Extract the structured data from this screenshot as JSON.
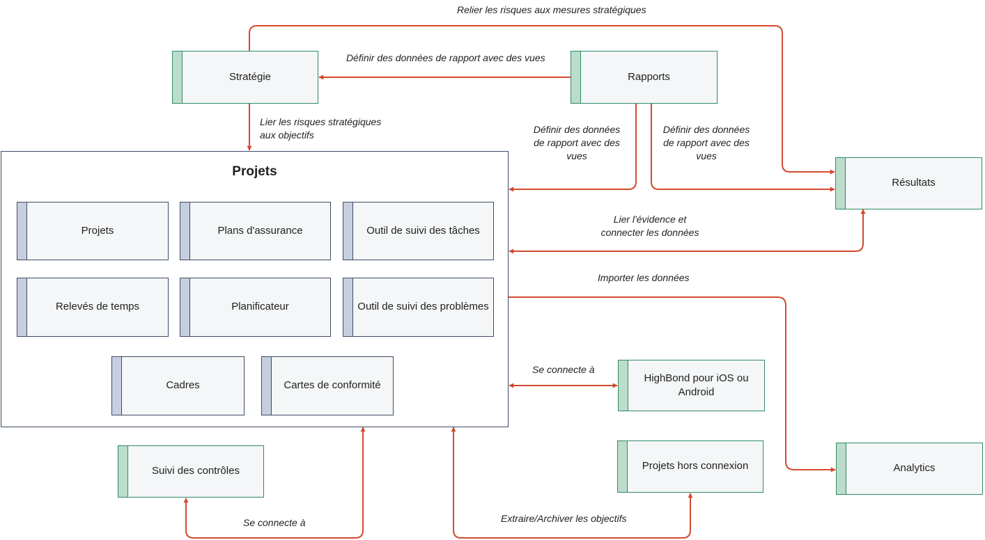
{
  "nodes": {
    "strategie": "Stratégie",
    "rapports": "Rapports",
    "resultats": "Résultats",
    "highbond_mobile": "HighBond pour iOS ou Android",
    "projets_hors_connexion": "Projets hors connexion",
    "analytics": "Analytics",
    "suivi_controles": "Suivi des contrôles"
  },
  "projets_group": {
    "title": "Projets",
    "items": [
      "Projets",
      "Plans d'assurance",
      "Outil de suivi des tâches",
      "Relevés de temps",
      "Planificateur",
      "Outil de suivi des problèmes",
      "Cadres",
      "Cartes de conformité"
    ]
  },
  "edges": {
    "relier_risques": "Relier les risques aux mesures stratégiques",
    "definir_strategie": "Définir des données de rapport avec des vues",
    "lier_risques_line1": "Lier les risques stratégiques",
    "lier_risques_line2": "aux objectifs",
    "definir_projets_line1": "Définir des données",
    "definir_projets_line2": "de rapport avec des",
    "definir_projets_line3": "vues",
    "definir_resultats_line1": "Définir des données",
    "definir_resultats_line2": "de rapport avec des",
    "definir_resultats_line3": "vues",
    "lier_evidence_line1": "Lier l'évidence et",
    "lier_evidence_line2": "connecter les données",
    "importer": "Importer les données",
    "se_connecte_mobile": "Se connecte à",
    "se_connecte_suivi": "Se connecte à",
    "extraire": "Extraire/Archiver les objectifs"
  },
  "colors": {
    "arrow": "#d24a2e",
    "green_border": "#2e8b63",
    "green_bar": "#bcdccc",
    "blue_border": "#3d4b63",
    "blue_bar": "#c5cfdf",
    "box_fill": "#f4f6f7"
  }
}
